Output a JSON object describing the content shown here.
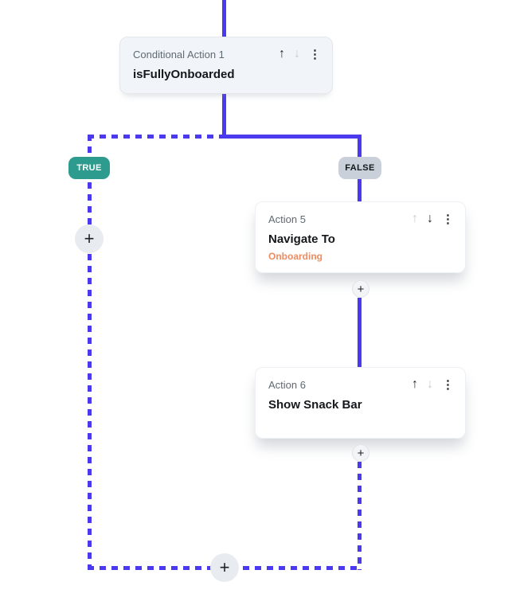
{
  "colors": {
    "connector": "#4B39EF",
    "true_badge": "#2E9B8F",
    "false_badge": "#C9D0D9",
    "accent_orange": "#EE8B60"
  },
  "icons": {
    "up": "↑",
    "down": "↓",
    "menu": "⋮",
    "add": "+"
  },
  "branches": {
    "true": {
      "label": "TRUE"
    },
    "false": {
      "label": "FALSE"
    }
  },
  "nodes": {
    "conditional": {
      "label": "Conditional Action 1",
      "title": "isFullyOnboarded"
    },
    "action5": {
      "label": "Action 5",
      "title": "Navigate To",
      "target": "Onboarding"
    },
    "action6": {
      "label": "Action 6",
      "title": "Show Snack Bar"
    }
  }
}
